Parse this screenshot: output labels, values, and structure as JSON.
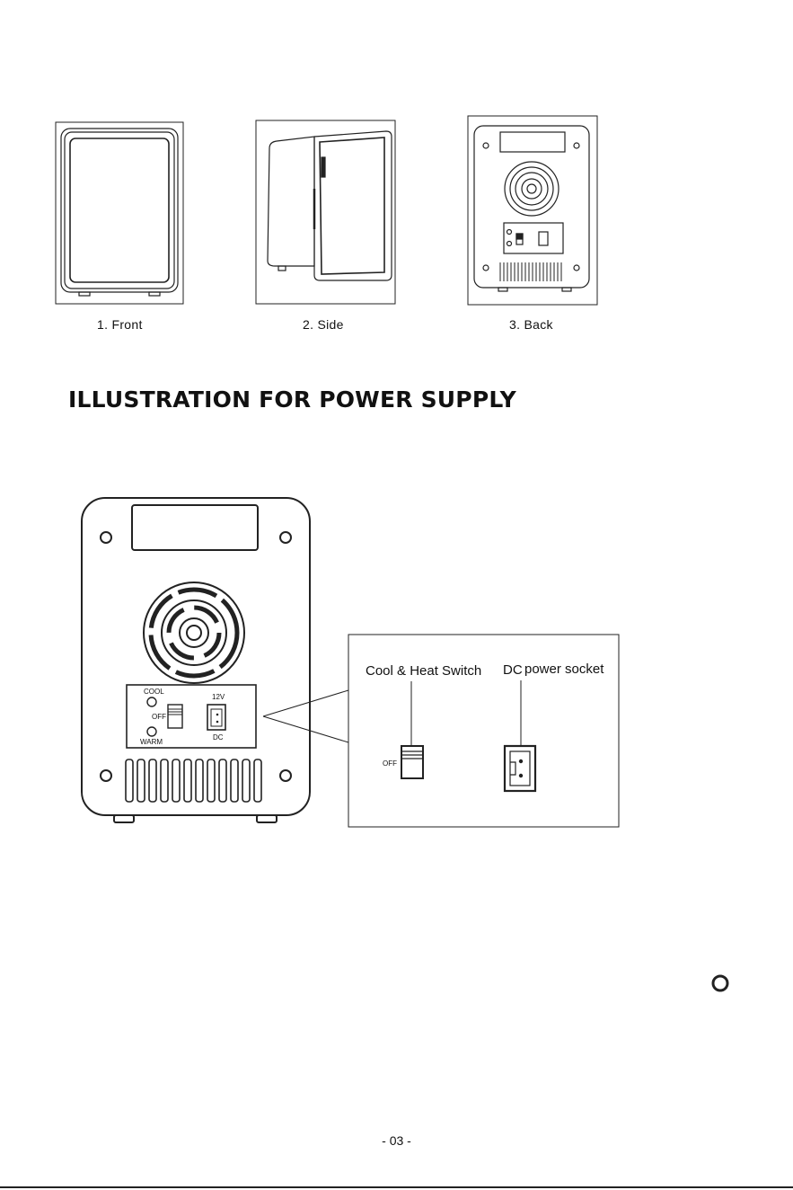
{
  "figures": [
    {
      "label": "1. Front"
    },
    {
      "label": "2. Side"
    },
    {
      "label": "3. Back"
    }
  ],
  "section_heading": "ILLUSTRATION FOR POWER SUPPLY",
  "back_panel": {
    "cool_label": "COOL",
    "off_label": "OFF",
    "warm_label": "WARM",
    "voltage_label": "12V",
    "dc_label": "DC"
  },
  "detail_box": {
    "switch_label": "Cool & Heat Switch",
    "socket_label_dc": "DC",
    "socket_label_rest": "power socket",
    "off_label": "OFF"
  },
  "page_number": "- 03 -"
}
